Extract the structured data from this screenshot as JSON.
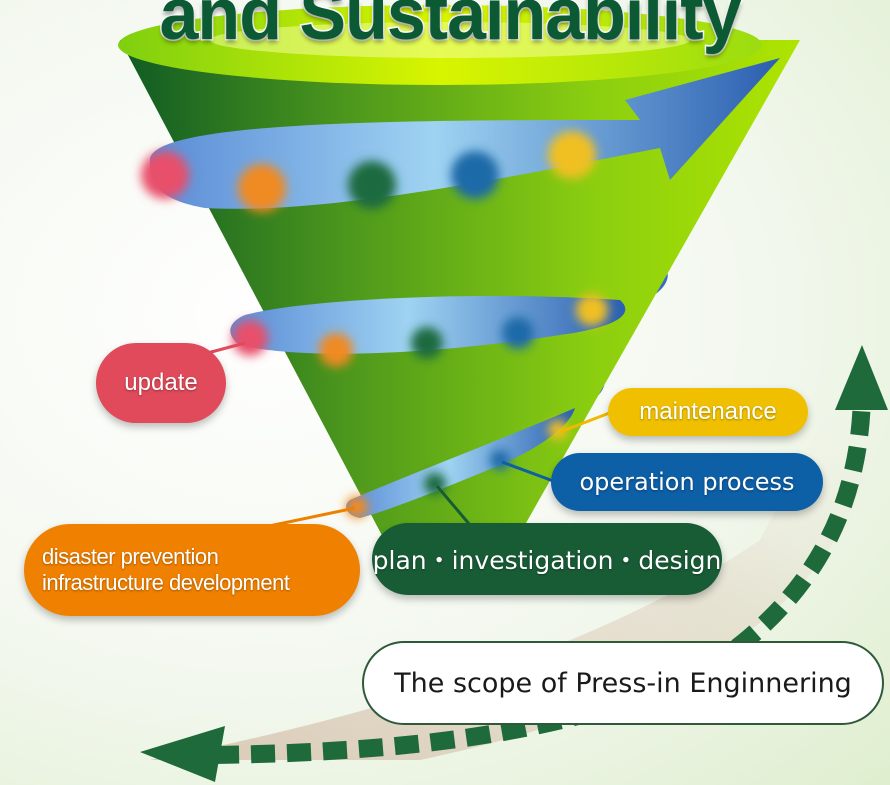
{
  "title": "and Sustainability",
  "labels": {
    "update": "update",
    "maintenance": "maintenance",
    "operation": "operation process",
    "plan": "plan・investigation・design",
    "disaster_line1": "disaster prevention",
    "disaster_line2": "infrastructure development"
  },
  "scope": "The scope of Press-in Enginnering",
  "colors": {
    "cone_dark": "#0f5a24",
    "cone_light": "#a8e000",
    "arrow_blue": "#2b5fb0",
    "update": "#e04a5a",
    "maintenance": "#f0c000",
    "operation": "#0d5fa6",
    "plan": "#185c36",
    "disaster": "#f08000",
    "scope_arrow": "#1f6a3a"
  }
}
